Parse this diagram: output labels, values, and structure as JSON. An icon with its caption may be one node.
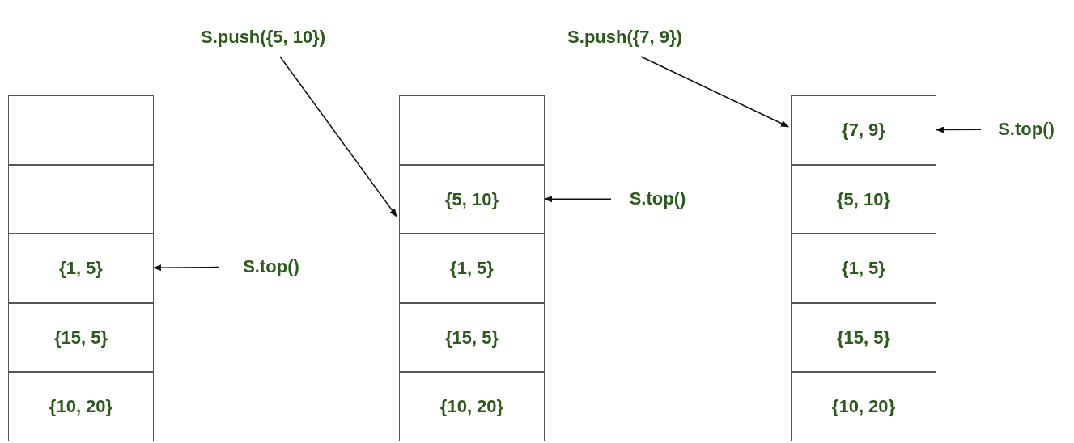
{
  "diagram": {
    "nodes": [
      {
        "text": [
          "S.push({5, 10})"
        ]
      },
      {
        "text": [
          "S.push({7, 9})"
        ]
      },
      {
        "text": [],
        "shape": "box"
      },
      {
        "text": [],
        "shape": "box"
      },
      {
        "text": [
          "{1, 5}"
        ]
      },
      {
        "text": [
          "{15, 5}"
        ]
      },
      {
        "text": [
          "{10, 20}"
        ]
      },
      {
        "text": [
          "S.top()"
        ]
      },
      {
        "text": [],
        "shape": "box"
      },
      {
        "text": [
          "{5, 10}"
        ]
      },
      {
        "text": [
          "{1, 5}"
        ]
      },
      {
        "text": [
          "{15, 5}"
        ]
      },
      {
        "text": [
          "{10, 20}"
        ]
      },
      {
        "text": [
          "S.top()"
        ]
      },
      {
        "text": [
          "{7, 9}"
        ]
      },
      {
        "text": [
          "{5, 10}"
        ]
      },
      {
        "text": [
          "{1, 5}"
        ]
      },
      {
        "text": [
          "{15, 5}"
        ]
      },
      {
        "text": [
          "{10, 20}"
        ]
      },
      {
        "text": [
          "S.top()"
        ]
      }
    ],
    "edges": [
      {
        "from": 0,
        "to": 9,
        "arrow": "to"
      },
      {
        "from": 1,
        "to": 14,
        "arrow": "to"
      },
      {
        "from": 7,
        "to": 4,
        "arrow": "to"
      },
      {
        "from": 13,
        "to": 9,
        "arrow": "to"
      },
      {
        "from": 19,
        "to": 14,
        "arrow": "to"
      }
    ]
  }
}
